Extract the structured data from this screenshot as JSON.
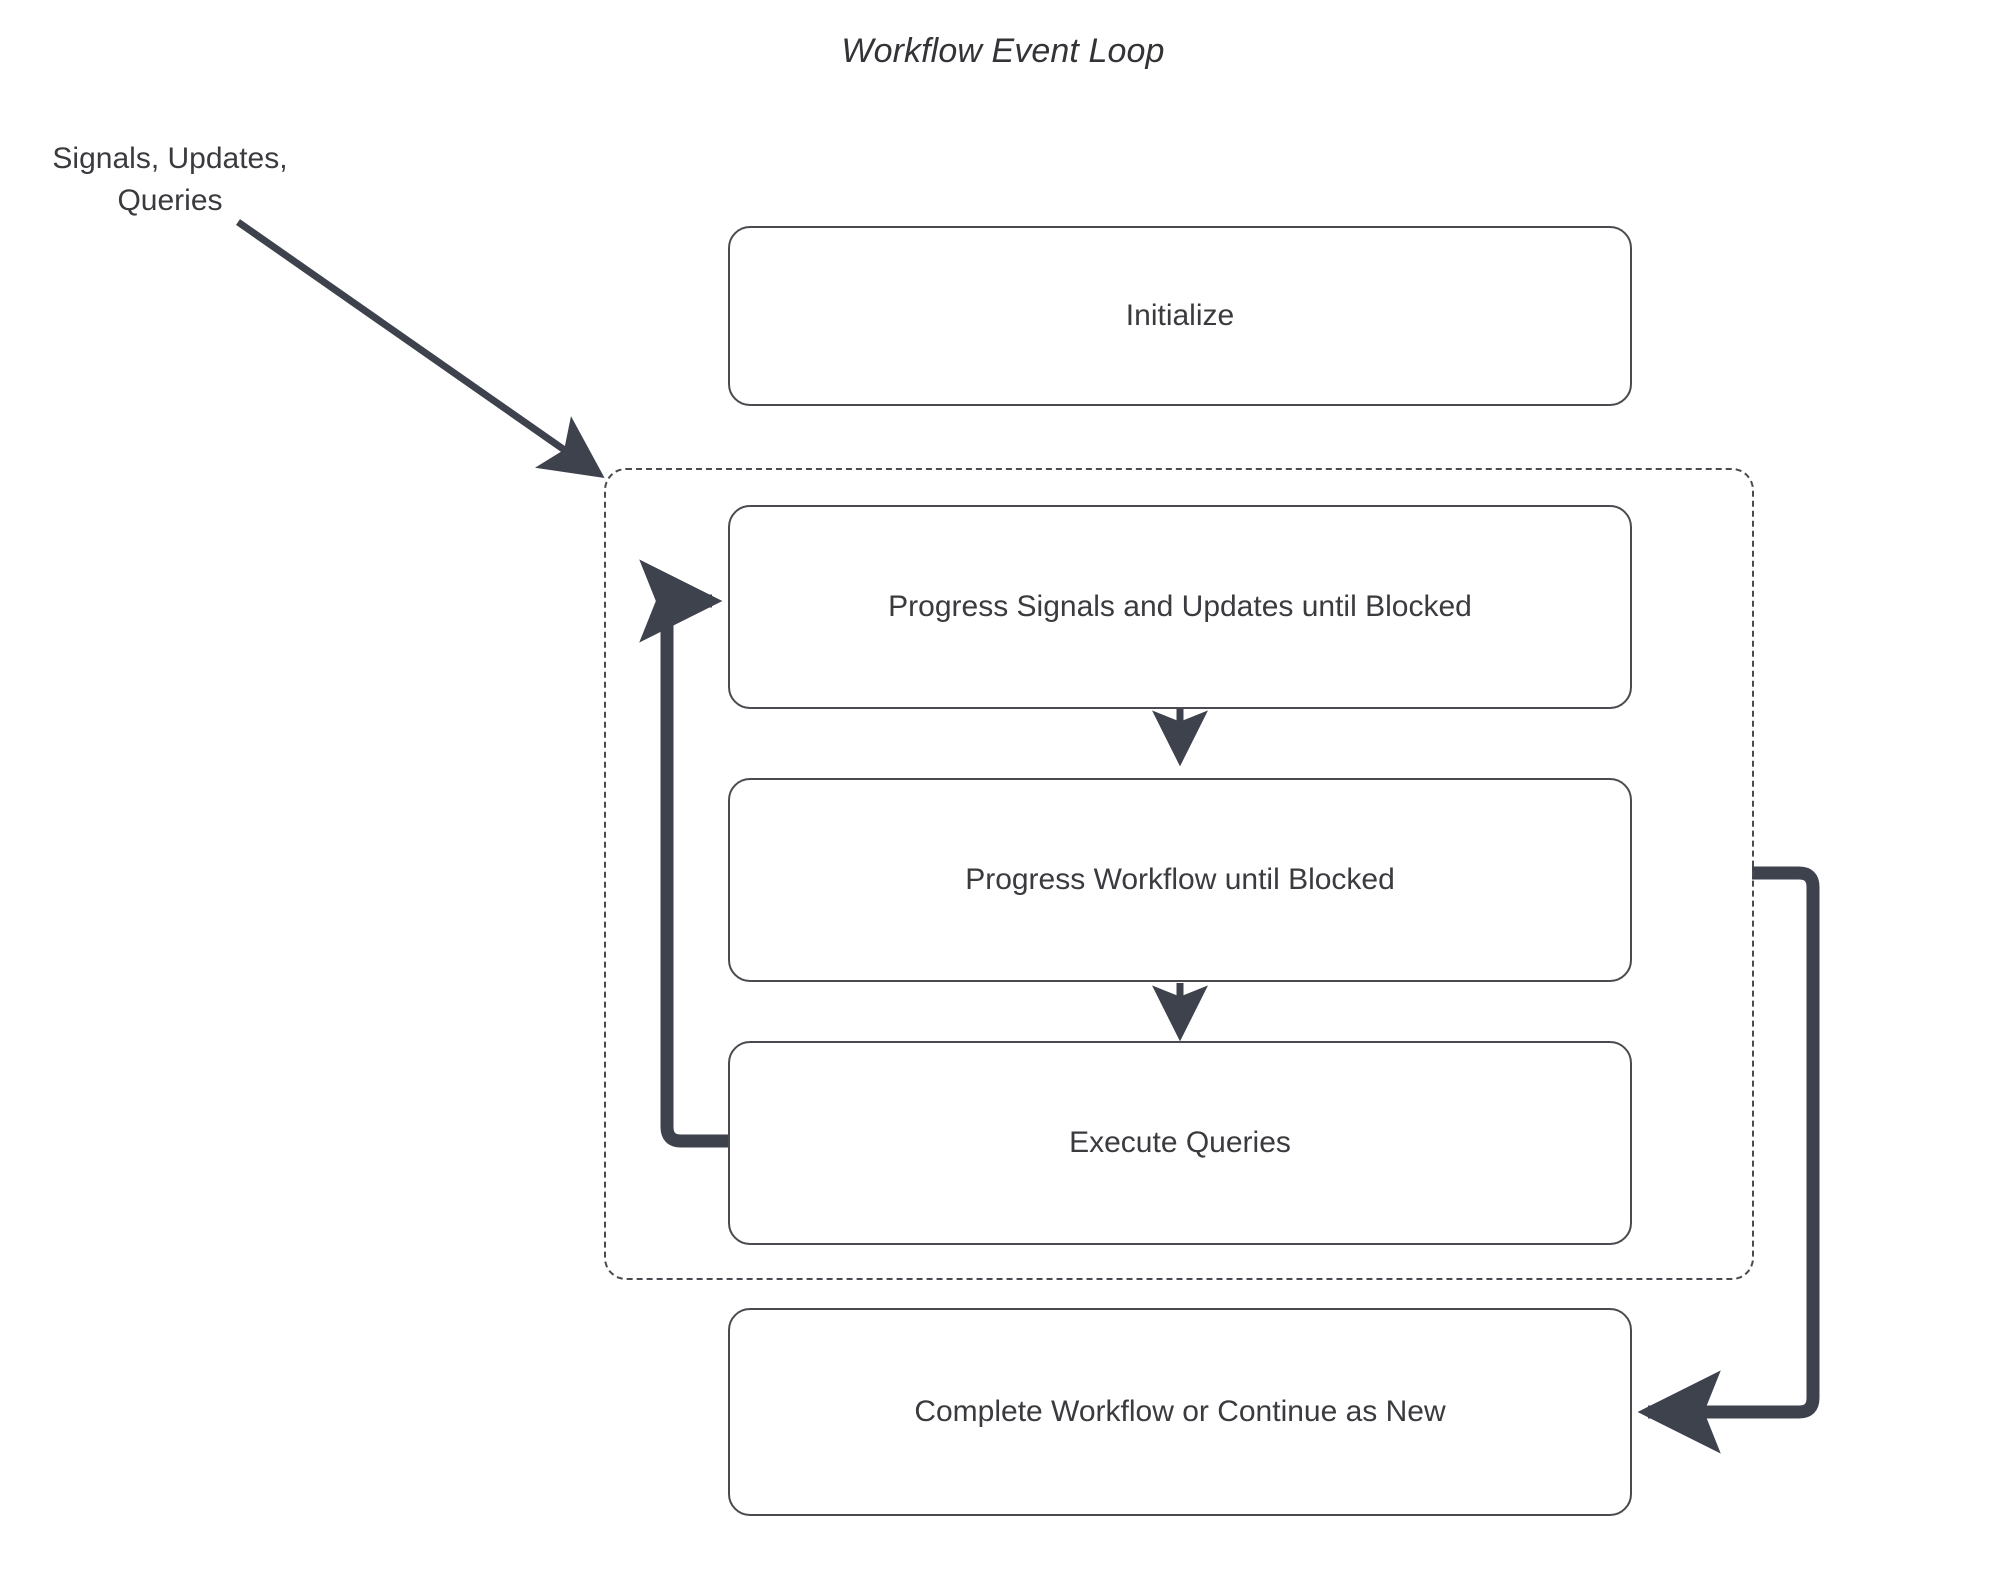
{
  "diagram": {
    "title": "Workflow Event Loop",
    "external_label": "Signals, Updates, Queries",
    "colors": {
      "node_border": "#4a4a50",
      "node_fill": "#ffffff",
      "text": "#3a3a3f",
      "edge_thick": "#3d424d",
      "edge_thin": "#3d424d",
      "group_border": "#4a4a50",
      "background": "#ffffff"
    },
    "nodes": [
      {
        "id": "initialize",
        "label": "Initialize"
      },
      {
        "id": "progress-signals",
        "label": "Progress Signals and Updates until Blocked"
      },
      {
        "id": "progress-workflow",
        "label": "Progress Workflow until Blocked"
      },
      {
        "id": "execute-queries",
        "label": "Execute Queries"
      },
      {
        "id": "complete-workflow",
        "label": "Complete Workflow or Continue as New"
      }
    ],
    "group": {
      "id": "event-loop-group",
      "style": "dashed",
      "label": ""
    },
    "edges": [
      {
        "id": "external-to-loop",
        "from": "Signals, Updates, Queries",
        "to": "event-loop-group",
        "style": "thin-arrow"
      },
      {
        "id": "signals-to-workflow",
        "from": "Progress Signals and Updates until Blocked",
        "to": "Progress Workflow until Blocked",
        "style": "thin-arrow"
      },
      {
        "id": "workflow-to-queries",
        "from": "Progress Workflow until Blocked",
        "to": "Execute Queries",
        "style": "thin-arrow"
      },
      {
        "id": "queries-loopback",
        "from": "Execute Queries",
        "to": "Progress Signals and Updates until Blocked",
        "style": "thick-arrow"
      },
      {
        "id": "loop-to-complete",
        "from": "event-loop-group",
        "to": "Complete Workflow or Continue as New",
        "style": "thick-arrow"
      }
    ]
  }
}
